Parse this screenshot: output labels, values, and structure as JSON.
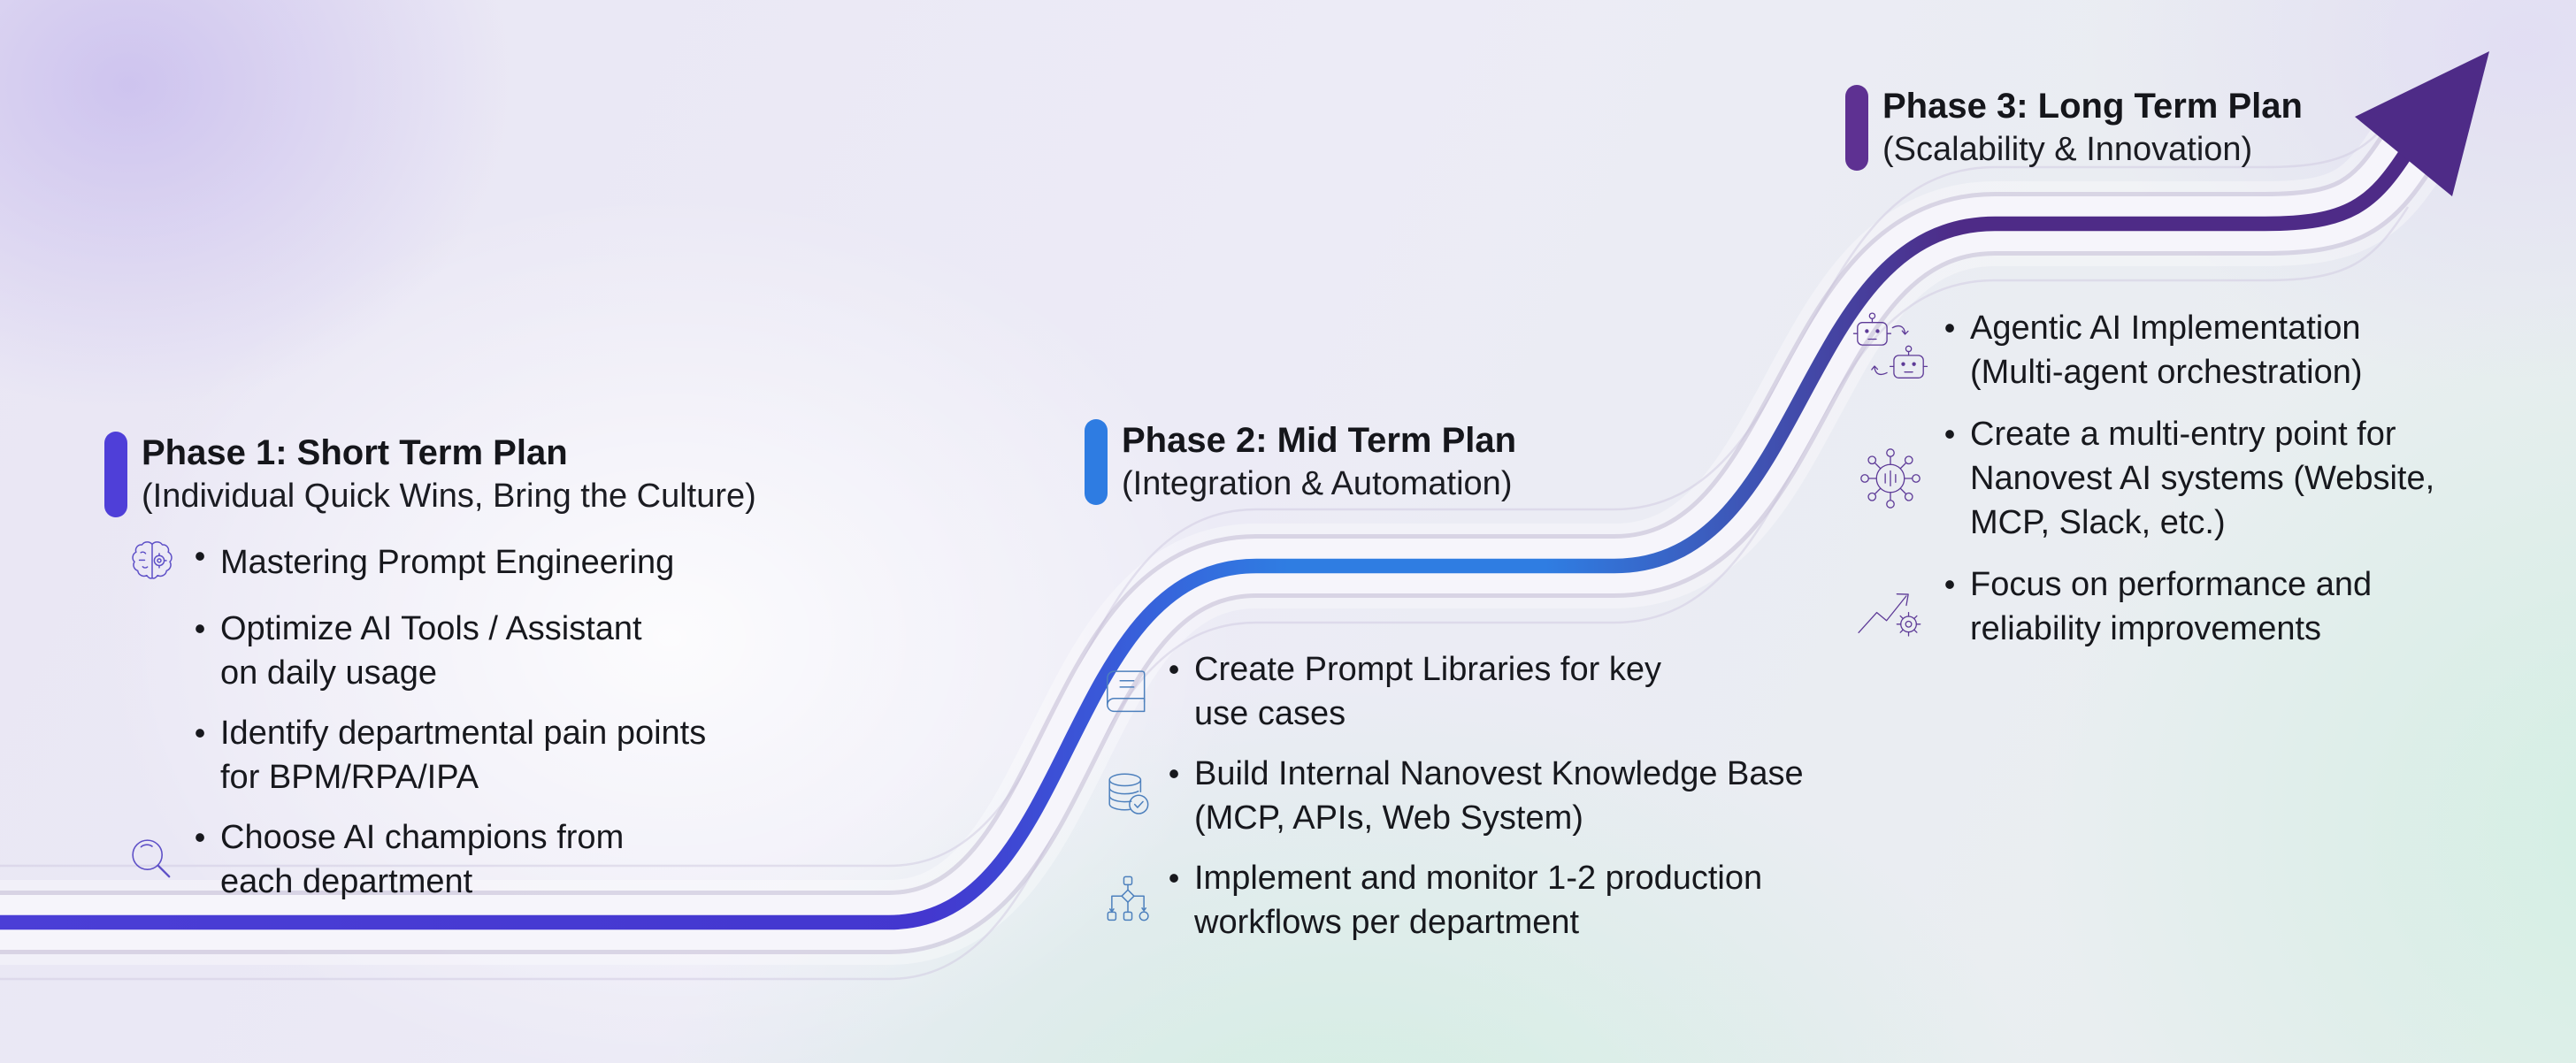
{
  "arrow": {
    "phase1_color": "#4b3ed6",
    "phase2_color": "#2f7de2",
    "phase3_color": "#4e2b87",
    "ribbon_color": "#f8f7fc",
    "edge_color": "#c8c2d8",
    "arrowhead_color": "#4e2b87"
  },
  "background": {
    "lavender_blob": "#cbc0ee",
    "mint_blob": "#cfeedf",
    "base_left": "#e9e6f4",
    "base_right": "#e8efee"
  },
  "text_color": "#17181d",
  "phases": [
    {
      "title": "Phase 1: Short Term Plan",
      "subtitle": "(Individual Quick Wins, Bring the Culture)",
      "accent_color": "#4f3fd8",
      "icon_color": "#5e50c7",
      "items": [
        {
          "icon": "brain-chip-icon",
          "lines": [
            "Mastering Prompt Engineering"
          ]
        },
        {
          "icon": null,
          "lines": [
            "Optimize AI Tools / Assistant",
            "on daily usage"
          ]
        },
        {
          "icon": null,
          "lines": [
            "Identify departmental pain points",
            "for BPM/RPA/IPA"
          ]
        },
        {
          "icon": "magnifier-icon",
          "lines": [
            "Choose AI champions from",
            "each department"
          ]
        }
      ]
    },
    {
      "title": "Phase 2: Mid Term Plan",
      "subtitle": "(Integration & Automation)",
      "accent_color": "#2e7ce2",
      "icon_color": "#4d80bd",
      "items": [
        {
          "icon": "book-icon",
          "lines": [
            "Create Prompt Libraries for key",
            "use cases"
          ]
        },
        {
          "icon": "database-check-icon",
          "lines": [
            "Build Internal Nanovest Knowledge Base",
            "(MCP, APIs, Web System)"
          ]
        },
        {
          "icon": "workflow-icon",
          "lines": [
            "Implement and monitor 1-2 production",
            "workflows per department"
          ]
        }
      ]
    },
    {
      "title": "Phase 3: Long Term Plan",
      "subtitle": "(Scalability & Innovation)",
      "accent_color": "#5e3192",
      "icon_color": "#5d3a97",
      "items": [
        {
          "icon": "multi-agent-robots-icon",
          "lines": [
            "Agentic AI Implementation",
            "(Multi-agent orchestration)"
          ]
        },
        {
          "icon": "ai-hub-icon",
          "lines": [
            "Create a multi-entry point for",
            "Nanovest AI systems (Website,",
            "MCP, Slack, etc.)"
          ]
        },
        {
          "icon": "growth-gear-icon",
          "lines": [
            "Focus on performance and",
            "reliability improvements"
          ]
        }
      ]
    }
  ]
}
